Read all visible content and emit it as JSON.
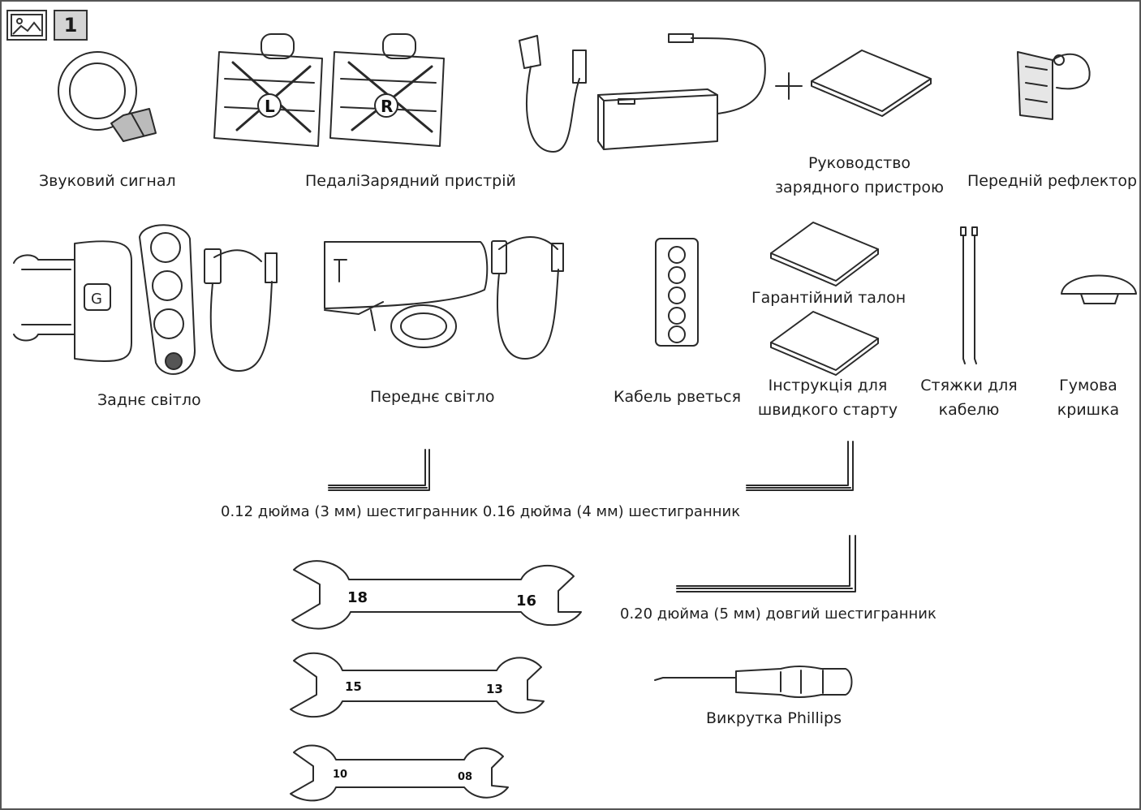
{
  "step": {
    "number": "1",
    "image_icon": "image-icon"
  },
  "labels": {
    "horn": "Звуковий сигнал",
    "pedals_charger": "ПедаліЗарядний пристрій",
    "charger_manual_line1": "Руководство",
    "charger_manual_line2": "зарядного пристрою",
    "front_reflector": "Передній рефлектор",
    "rear_light": "Заднє світло",
    "front_light": "Переднє світло",
    "cable_breaks": "Кабель рветься",
    "warranty": "Гарантійний талон",
    "quickstart_line1": "Інструкція для",
    "quickstart_line2": "швидкого старту",
    "cable_ties_line1": "Стяжки для",
    "cable_ties_line2": "кабелю",
    "rubber_cap_line1": "Гумова",
    "rubber_cap_line2": "кришка",
    "hex_keys": "0.12 дюйма (3 мм) шестигранник 0.16 дюйма (4 мм) шестигранник",
    "long_hex": "0.20 дюйма (5 мм) довгий шестигранник",
    "screwdriver": "Викрутка Phillips"
  },
  "pedal_marks": {
    "left": "L",
    "right": "R"
  },
  "wrenches": [
    {
      "left": "18",
      "right": "16"
    },
    {
      "left": "15",
      "right": "13"
    },
    {
      "left": "10",
      "right": "08"
    }
  ]
}
